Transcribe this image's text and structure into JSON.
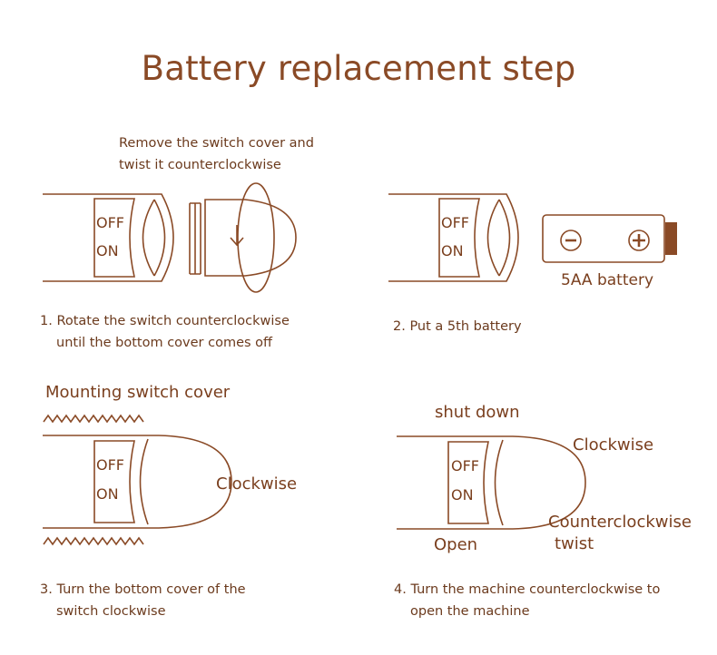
{
  "title": "Battery replacement step",
  "colors": {
    "stroke": "#8a4a26",
    "text": "#7a3f1e",
    "battery_terminal": "#8a4a26"
  },
  "step1": {
    "instruction_line1": "Remove the switch cover and",
    "instruction_line2": "twist it counterclockwise",
    "off_label": "OFF",
    "on_label": "ON",
    "caption_line1": "1. Rotate the switch counterclockwise",
    "caption_line2": "until the bottom cover comes off"
  },
  "step2": {
    "off_label": "OFF",
    "on_label": "ON",
    "battery_label": "5AA battery",
    "minus_symbol": "−",
    "plus_symbol": "+",
    "caption_line1": "2. Put a 5th battery"
  },
  "step3": {
    "heading": "Mounting switch cover",
    "off_label": "OFF",
    "on_label": "ON",
    "direction": "Clockwise",
    "caption_line1": "3. Turn the bottom cover of the",
    "caption_line2": "switch clockwise"
  },
  "step4": {
    "shut_down": "shut down",
    "clockwise": "Clockwise",
    "counterclockwise": "Counterclockwise",
    "twist": "twist",
    "open": "Open",
    "off_label": "OFF",
    "on_label": "ON",
    "caption_line1": "4. Turn the machine counterclockwise to",
    "caption_line2": "open the machine"
  }
}
